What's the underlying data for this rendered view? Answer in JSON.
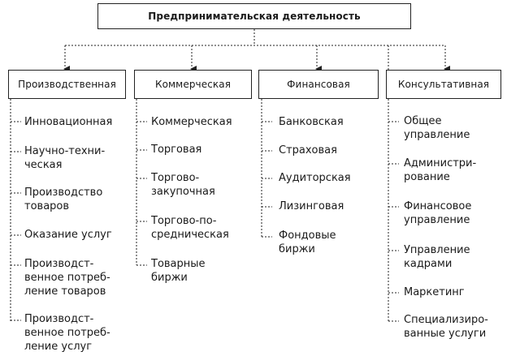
{
  "root": {
    "label": "Предпринимательская деятельность"
  },
  "columns": [
    {
      "label": "Производственная",
      "items": [
        "Инновационная",
        "Научно-техни-\nческая",
        "Производство\nтоваров",
        "Оказание услуг",
        "Производст-\nвенное потреб-\nление товаров",
        "Производст-\nвенное потреб-\nление услуг"
      ]
    },
    {
      "label": "Коммерческая",
      "items": [
        "Коммерческая",
        "Торговая",
        "Торгово-\nзакупочная",
        "Торгово-по-\nсредническая",
        "Товарные\nбиржи"
      ]
    },
    {
      "label": "Финансовая",
      "items": [
        "Банковская",
        "Страховая",
        "Аудиторская",
        "Лизинговая",
        "Фондовые\nбиржи"
      ]
    },
    {
      "label": "Консультативная",
      "items": [
        "Общее\nуправление",
        "Администри-\nрование",
        "Финансовое\nуправление",
        "Управление\nкадрами",
        "Маркетинг",
        "Специализиро-\nванные услуги"
      ]
    }
  ]
}
